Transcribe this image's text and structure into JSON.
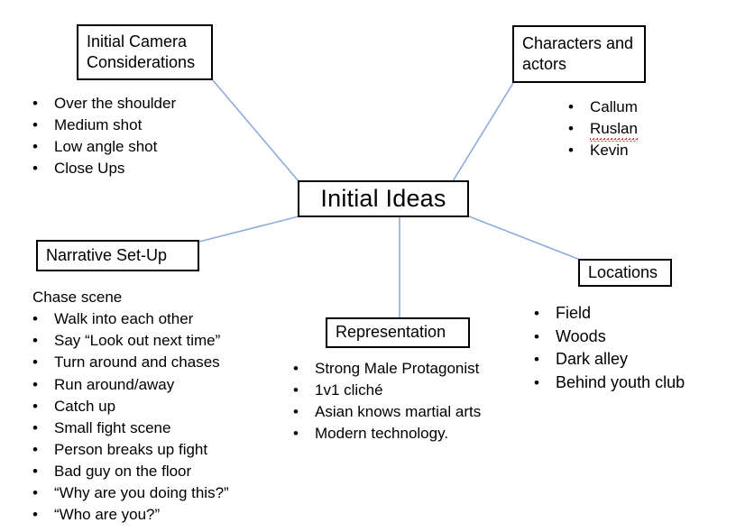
{
  "diagram": {
    "type": "mind-map",
    "title": "Initial Ideas",
    "background_color": "#ffffff",
    "box_border_color": "#000000",
    "connector_color": "#8faadc",
    "spellcheck_underline_color": "#e23b3b"
  },
  "center": {
    "label": "Initial Ideas"
  },
  "branches": {
    "camera": {
      "label": "Initial Camera\nConsiderations",
      "items": [
        "Over the shoulder",
        "Medium shot",
        "Low angle shot",
        "Close Ups"
      ]
    },
    "characters": {
      "label": "Characters and\nactors",
      "items": [
        "Callum",
        "Ruslan",
        "Kevin"
      ],
      "misspelled_items": [
        "Ruslan"
      ]
    },
    "narrative": {
      "label": "Narrative Set-Up",
      "intro": "Chase scene",
      "items": [
        "Walk into each other",
        "Say “Look out next time”",
        "Turn around and chases",
        "Run around/away",
        "Catch up",
        "Small fight scene",
        "Person breaks up fight",
        "Bad guy on the floor",
        "“Why are you doing this?”",
        "“Who are you?”"
      ]
    },
    "representation": {
      "label": "Representation",
      "items": [
        "Strong Male Protagonist",
        "1v1 cliché",
        "Asian knows martial arts",
        "Modern technology."
      ]
    },
    "locations": {
      "label": "Locations",
      "items": [
        "Field",
        "Woods",
        "Dark alley",
        "Behind youth club"
      ]
    }
  },
  "bullet_glyph": "•"
}
